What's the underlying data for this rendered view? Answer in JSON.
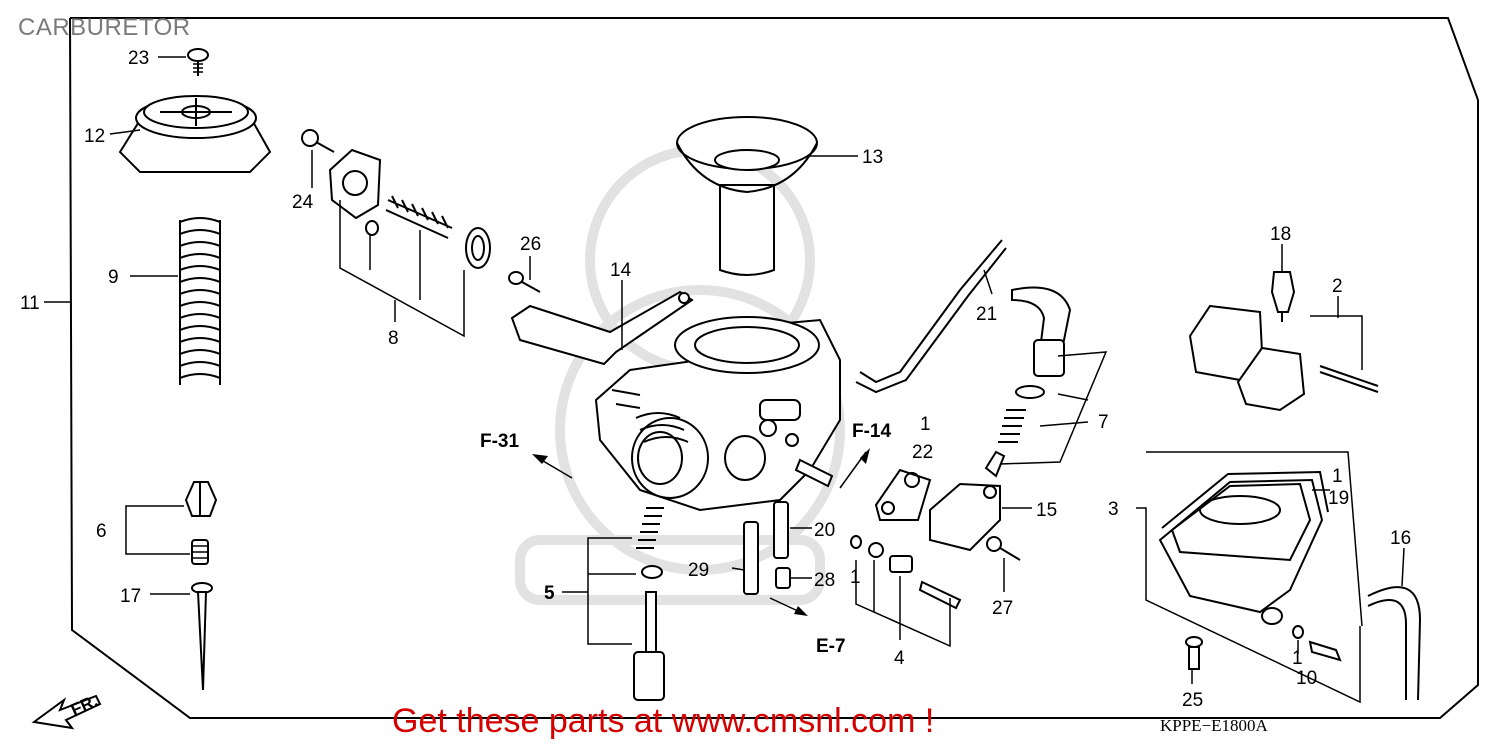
{
  "title": "CARBURETOR",
  "promo": "Get these parts at www.cmsnl.com !",
  "diagram_code": "KPPE−E1800A",
  "front_marker": "FR.",
  "callouts": {
    "c23": "23",
    "c12": "12",
    "c24": "24",
    "c9": "9",
    "c11": "11",
    "c8": "8",
    "c26": "26",
    "c14": "14",
    "c13": "13",
    "c21": "21",
    "c18": "18",
    "c2": "2",
    "cF31": "F-31",
    "cF14": "F-14",
    "c1a": "1",
    "c22": "22",
    "c7": "7",
    "c15": "15",
    "c3": "3",
    "c1b": "1",
    "c19": "19",
    "c6": "6",
    "c17": "17",
    "c5": "5",
    "c20": "20",
    "c29": "29",
    "c28": "28",
    "cE7": "E-7",
    "c1c": "1",
    "c4": "4",
    "c27": "27",
    "c16": "16",
    "c25": "25",
    "c1d": "1",
    "c10": "10"
  }
}
